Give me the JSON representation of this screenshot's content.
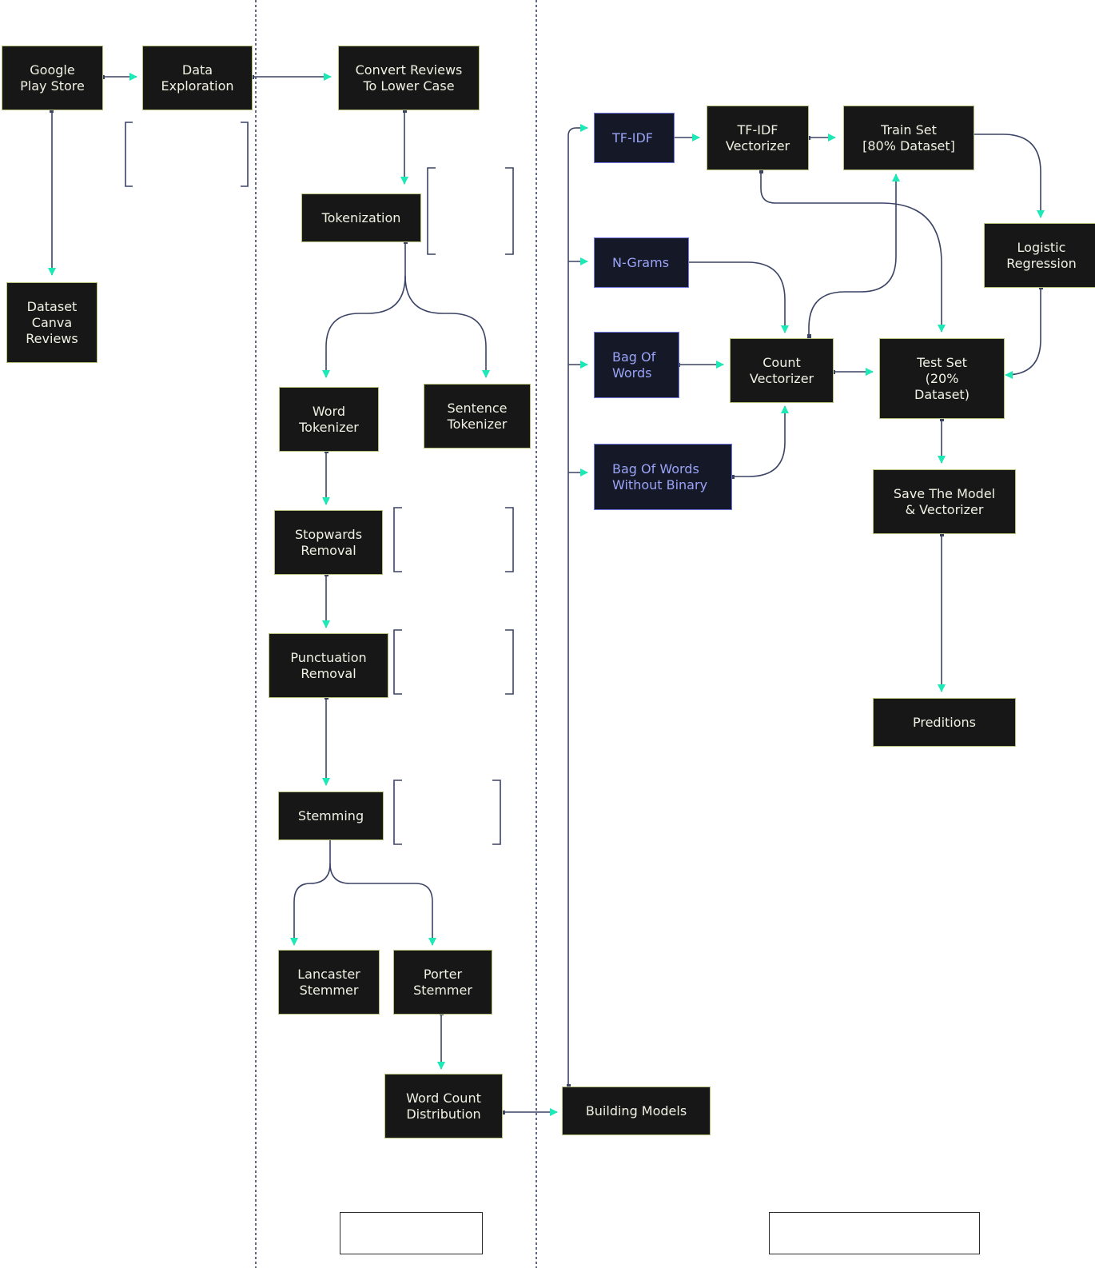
{
  "colors": {
    "node_fill": "#171717",
    "node_border": "#b8bf7a",
    "node_text": "#f1f1e4",
    "model_border": "#6f76e0",
    "model_text": "#9aa3f7",
    "connector": "#3c4466",
    "arrowhead": "#1de9b6",
    "lane_divider": "#3c4466"
  },
  "nodes": {
    "google_play_store": "Google\nPlay Store",
    "data_exploration": "Data\nExploration",
    "dataset_canva_reviews": "Dataset\nCanva\nReviews",
    "convert_lower_case": "Convert Reviews\nTo Lower Case",
    "tokenization": "Tokenization",
    "word_tokenizer": "Word\nTokenizer",
    "sentence_tokenizer": "Sentence\nTokenizer",
    "stopwords_removal": "Stopwards\nRemoval",
    "punctuation_removal": "Punctuation\nRemoval",
    "stemming": "Stemming",
    "lancaster_stemmer": "Lancaster\nStemmer",
    "porter_stemmer": "Porter\nStemmer",
    "word_count_distribution": "Word Count\nDistribution",
    "building_models": "Building Models",
    "tfidf": "TF-IDF",
    "ngrams": "N-Grams",
    "bag_of_words": "Bag Of\nWords",
    "bag_of_words_no_binary": "Bag Of Words\nWithout Binary",
    "tfidf_vectorizer": "TF-IDF\nVectorizer",
    "count_vectorizer": "Count\nVectorizer",
    "train_set": "Train Set\n[80% Dataset]",
    "test_set": "Test Set\n(20%\nDataset)",
    "logistic_regression": "Logistic\nRegression",
    "save_model": "Save The Model\n& Vectorizer",
    "predictions": "Preditions"
  }
}
